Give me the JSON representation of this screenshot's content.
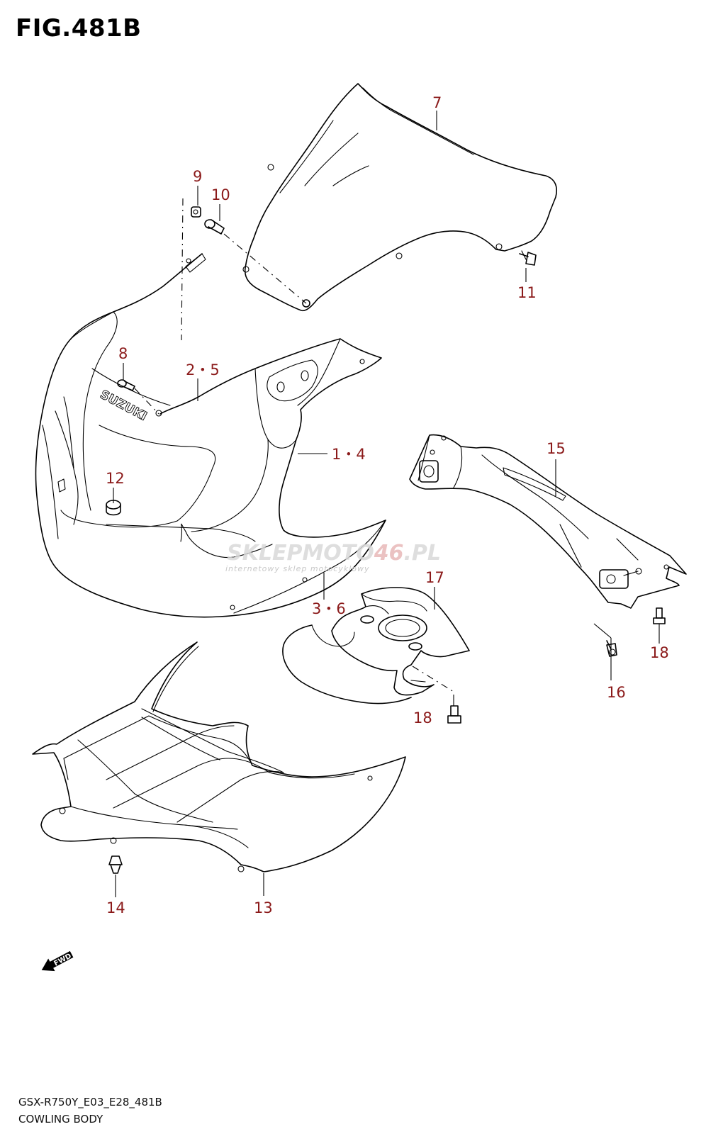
{
  "figure": {
    "title": "FIG.481B",
    "code": "GSX-R750Y_E03_E28_481B",
    "name": "COWLING BODY"
  },
  "callouts": {
    "c7": "7",
    "c9": "9",
    "c10": "10",
    "c11": "11",
    "c8": "8",
    "c25": "2・5",
    "c14_4": "1・4",
    "c12": "12",
    "c15": "15",
    "c36": "3・6",
    "c17": "17",
    "c18a": "18",
    "c18b": "18",
    "c16": "16",
    "c13": "13",
    "c14": "14"
  },
  "logo_text": "SUZUKI",
  "fwd_label": "FWD",
  "watermark": {
    "main_a": "SKLEP",
    "main_b": "MOTO",
    "main_c": "46",
    "main_d": ".PL",
    "sub": "internetowy sklep motocyklowy"
  },
  "colors": {
    "callout": "#8b1a1a",
    "line": "#000000",
    "watermark": "#d9d9d9",
    "watermark_accent": "#e8b8b8"
  }
}
